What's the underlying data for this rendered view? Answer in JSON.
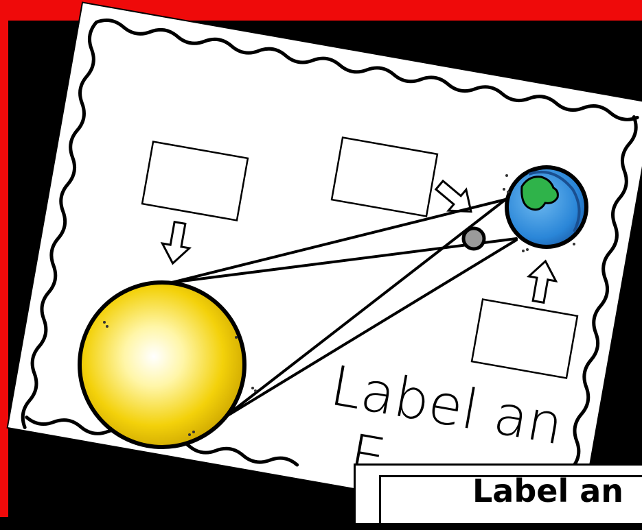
{
  "worksheet": {
    "title_line1": "Label an",
    "title_line2": "E",
    "banner_title": "Label an"
  },
  "colors": {
    "frame_red": "#ef0a0a",
    "sun_yellow": "#f5d400",
    "earth_blue": "#2a86d8",
    "land_green": "#2fb34a",
    "moon_gray": "#9a9a9a"
  }
}
